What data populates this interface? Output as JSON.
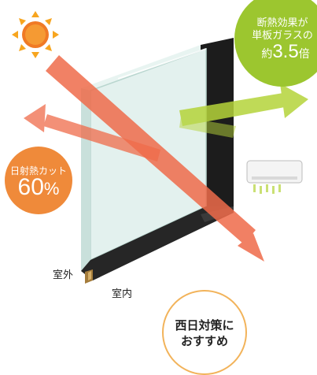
{
  "heat_efficiency": {
    "line1": "断熱効果が",
    "line2": "単板ガラスの",
    "prefix": "約",
    "value": "3.5",
    "suffix": "倍"
  },
  "solar_cut": {
    "label": "日射熱カット",
    "value": "60",
    "unit": "%"
  },
  "labels": {
    "outdoor": "室外",
    "indoor": "室内"
  },
  "recommend": {
    "line1": "西日対策に",
    "line2": "おすすめ"
  },
  "colors": {
    "sun": "#f39a2b",
    "sun_core": "#f07a25",
    "solar_arrow": "#ef6b4a",
    "heat_arrow": "#b5d43a",
    "frame": "#2a2a2a",
    "glass": "#d8ece7",
    "green_badge": "#9cc62f",
    "orange_badge": "#ef8a3a",
    "recommend_border": "#f2b35a"
  }
}
